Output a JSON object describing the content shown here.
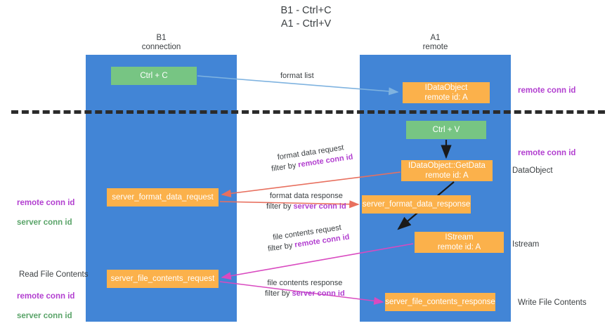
{
  "diagram": {
    "title": "B1 - Ctrl+C\nA1 - Ctrl+V",
    "columns": [
      {
        "id": "b1",
        "label": "B1\nconnection"
      },
      {
        "id": "a1",
        "label": "A1\nremote"
      }
    ],
    "colors": {
      "lane": "#4285d6",
      "green_node": "#77c583",
      "orange_node": "#fbb14b",
      "purple_text": "#b23fd0",
      "green_text": "#5aa469",
      "red_arrow": "#e8705f",
      "magenta_arrow": "#d94ac0",
      "blue_arrow": "#7fb3e0",
      "black_arrow": "#1a1a1a",
      "divider": "#2b2b2b"
    },
    "nodes": {
      "ctrl_c": "Ctrl + C",
      "idataobject": "IDataObject\nremote id: A",
      "ctrl_v": "Ctrl + V",
      "getdata": "IDataObject::GetData\nremote id: A",
      "server_format_data_response": "server_format_data_response",
      "istream": "IStream\nremote id: A",
      "server_file_contents_response": "server_file_contents_response",
      "server_format_data_request": "server_format_data_request",
      "server_file_contents_request": "server_file_contents_request"
    },
    "right_notes": {
      "remote_conn_id_top": "remote conn id",
      "remote_conn_id_mid": "remote conn id",
      "dataobject": "DataObject",
      "istream": "Istream",
      "write_file_contents": "Write File Contents"
    },
    "left_notes": {
      "remote_conn_id_1": "remote conn id",
      "server_conn_id_1": "server conn id",
      "read_file_contents": "Read File Contents",
      "remote_conn_id_2": "remote conn id",
      "server_conn_id_2": "server conn id"
    },
    "edges": {
      "format_list": "format list",
      "format_data_request_line1": "format data request",
      "format_data_request_line2_prefix": "filter by ",
      "format_data_request_line2_key": "remote conn id",
      "format_data_response_line1": "format data response",
      "format_data_response_line2_prefix": "filter by ",
      "format_data_response_line2_key": "server conn id",
      "file_contents_request_line1": "file contents request",
      "file_contents_request_line2_prefix": "filter by ",
      "file_contents_request_line2_key": "remote conn id",
      "file_contents_response_line1": "file contents response",
      "file_contents_response_line2_prefix": "filter by ",
      "file_contents_response_line2_key": "server conn id"
    }
  }
}
